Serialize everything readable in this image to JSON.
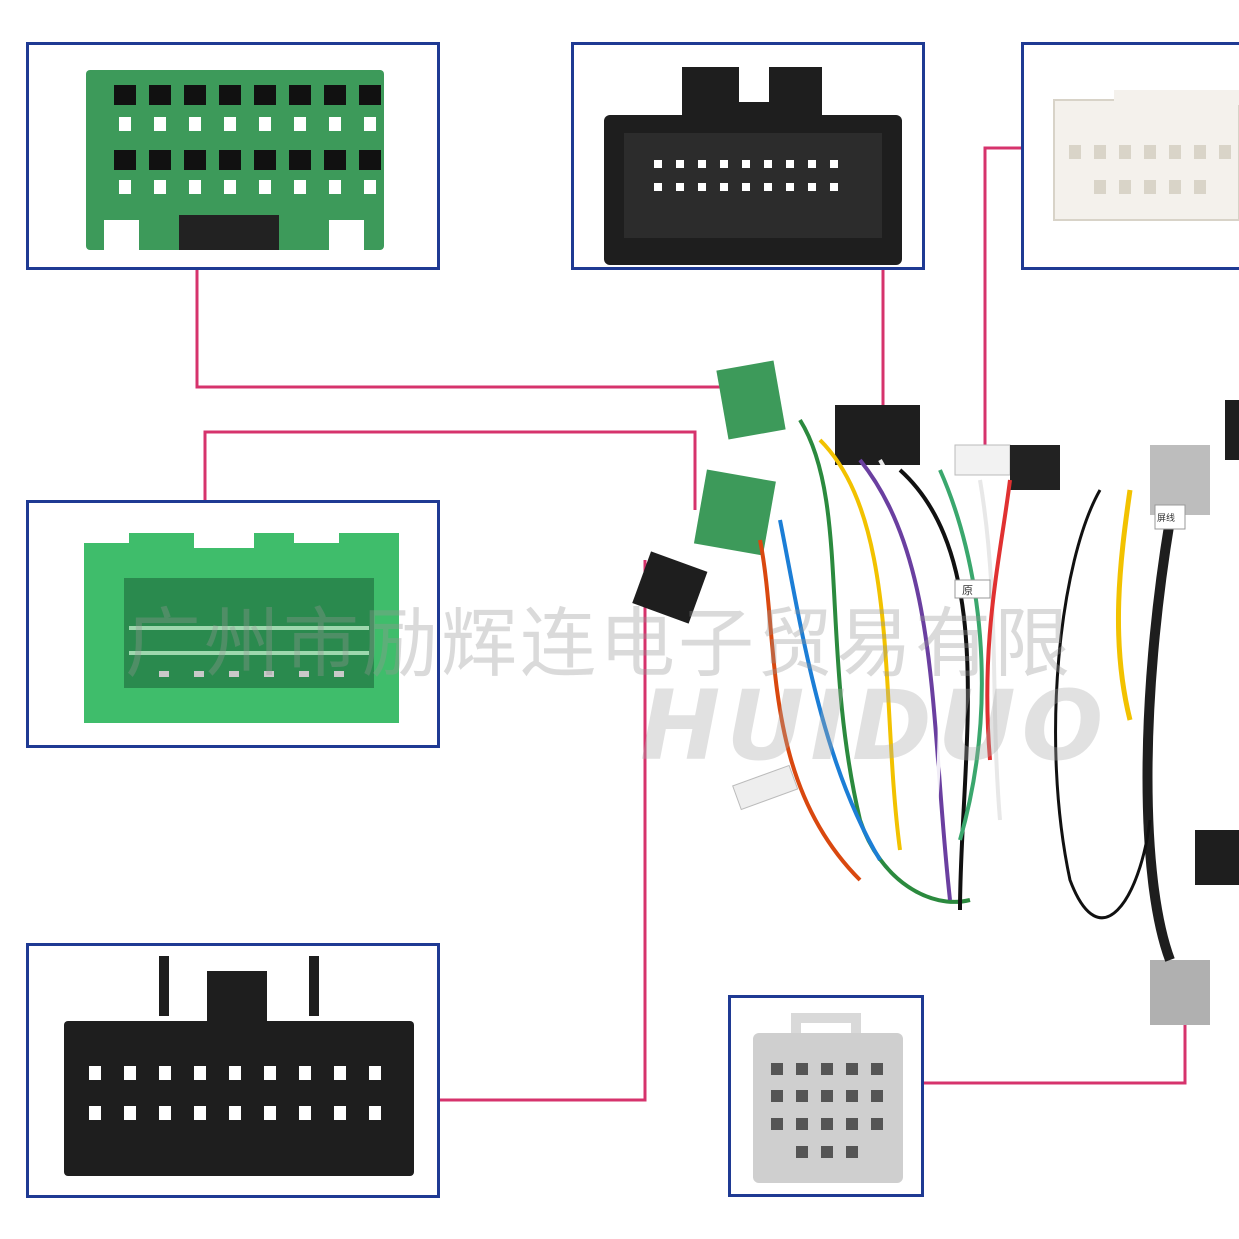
{
  "watermark": {
    "company": "广州市励辉连电子贸易有限",
    "brand": "HUIDUO"
  },
  "harness_labels": {
    "tag_1": "原",
    "tag_2": "屏线"
  },
  "colors": {
    "frame": "#1f3a93",
    "leader_line": "#d6336c",
    "green_connector": "#3d9a5a",
    "bright_green_connector": "#3fbd6b",
    "black_connector": "#1e1e1e",
    "white_connector": "#f4f1ec",
    "gray_connector": "#cfcfcf"
  }
}
